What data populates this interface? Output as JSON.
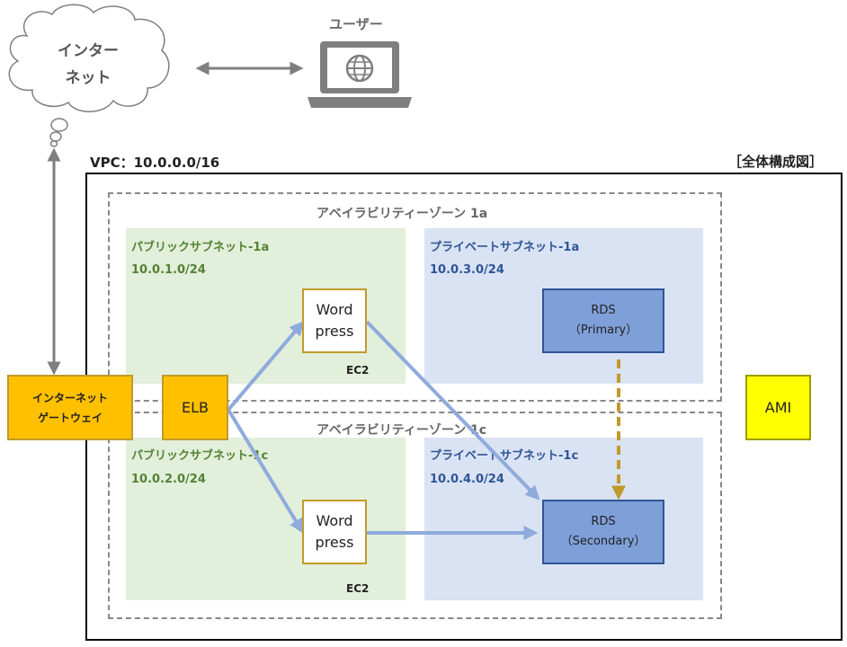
{
  "cloud": {
    "line1": "インター",
    "line2": "ネット"
  },
  "user_label": "ユーザー",
  "vpc_label": "VPC：10.0.0.0/16",
  "diagram_title": "［全体構成図］",
  "az_1a": "アベイラビリティーゾーン 1a",
  "az_1c": "アベイラビリティーゾーン 1c",
  "public_subnet_1a": {
    "name": "パブリックサブネット-1a",
    "cidr": "10.0.1.0/24"
  },
  "public_subnet_1c": {
    "name": "パブリックサブネット-1c",
    "cidr": "10.0.2.0/24"
  },
  "private_subnet_1a": {
    "name": "プライベートサブネット-1a",
    "cidr": "10.0.3.0/24"
  },
  "private_subnet_1c": {
    "name": "プライベートサブネット-1c",
    "cidr": "10.0.4.0/24"
  },
  "igw": {
    "line1": "インターネット",
    "line2": "ゲートウェイ"
  },
  "elb": "ELB",
  "wordpress_1a": {
    "line1": "Word",
    "line2": "press",
    "tag": "EC2"
  },
  "wordpress_1c": {
    "line1": "Word",
    "line2": "press",
    "tag": "EC2"
  },
  "rds_primary": {
    "line1": "RDS",
    "line2": "（Primary）"
  },
  "rds_secondary": {
    "line1": "RDS",
    "line2": "（Secondary）"
  },
  "ami": "AMI",
  "colors": {
    "public_bg": "#e2efda",
    "private_bg": "#dae3f3",
    "orange": "#ffc000",
    "yellow": "#ffff00",
    "rds": "#7f9fd9",
    "flow_arrow": "#8faadc",
    "replication_arrow": "#c09a2b",
    "gray_arrow": "#7f7f7f"
  }
}
